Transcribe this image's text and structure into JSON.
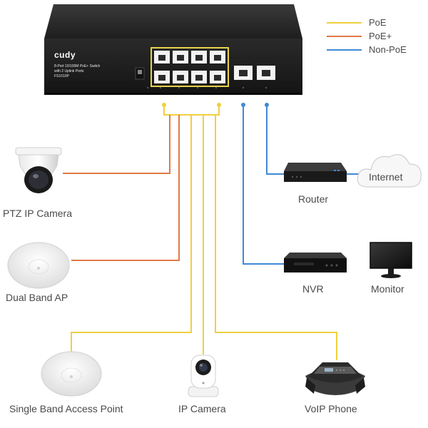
{
  "colors": {
    "poe": "#f0d040",
    "poe_plus": "#e07a45",
    "non_poe": "#3f8ad6",
    "label": "#4a4a4a"
  },
  "legend": [
    {
      "label": "PoE",
      "color": "#f0d040"
    },
    {
      "label": "PoE+",
      "color": "#e07a45"
    },
    {
      "label": "Non-PoE",
      "color": "#3f8ad6"
    }
  ],
  "switch": {
    "brand": "cudy",
    "description_line1": "8-Port 10/100M PoE+ Switch",
    "description_line2": "with 2 Uplink Ports",
    "model": "FS1010P"
  },
  "devices": {
    "ptz_camera": "PTZ IP Camera",
    "dual_band_ap": "Dual Band AP",
    "router": "Router",
    "internet": "Internet",
    "nvr": "NVR",
    "monitor": "Monitor",
    "single_band_ap": "Single Band Access Point",
    "ip_camera": "IP Camera",
    "voip_phone": "VoIP Phone"
  },
  "connections": [
    {
      "from": "switch",
      "to": "ptz_camera",
      "type": "PoE+"
    },
    {
      "from": "switch",
      "to": "dual_band_ap",
      "type": "PoE+"
    },
    {
      "from": "switch",
      "to": "single_band_ap",
      "type": "PoE"
    },
    {
      "from": "switch",
      "to": "ip_camera",
      "type": "PoE"
    },
    {
      "from": "switch",
      "to": "voip_phone",
      "type": "PoE"
    },
    {
      "from": "switch",
      "to": "router",
      "type": "Non-PoE"
    },
    {
      "from": "router",
      "to": "internet",
      "type": "Non-PoE"
    },
    {
      "from": "switch",
      "to": "nvr",
      "type": "Non-PoE"
    }
  ]
}
